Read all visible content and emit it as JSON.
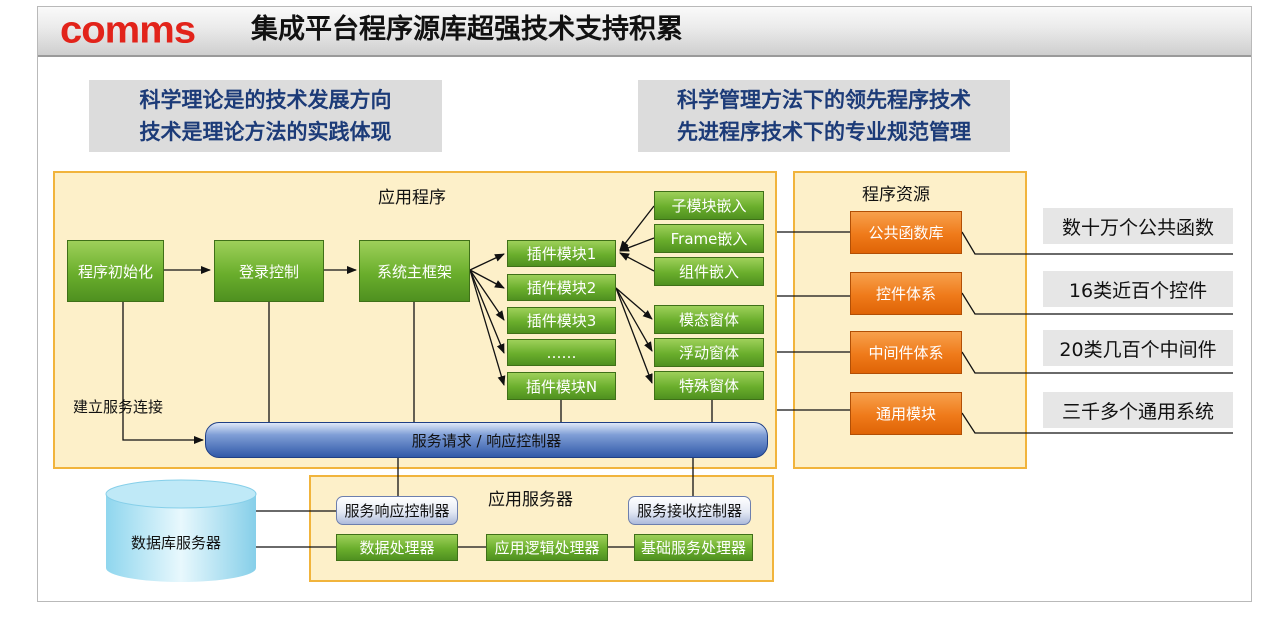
{
  "title": {
    "brand": "comms",
    "text": "集成平台程序源库超强技术支持积累"
  },
  "slogans": {
    "left": [
      "科学理论是的技术发展方向",
      "技术是理论方法的实践体现"
    ],
    "right": [
      "科学管理方法下的领先程序技术",
      "先进程序技术下的专业规范管理"
    ]
  },
  "app_panel": {
    "title": "应用程序",
    "init": "程序初始化",
    "login": "登录控制",
    "main_frame": "系统主框架",
    "plugins": [
      "插件模块1",
      "插件模块2",
      "插件模块3",
      "……",
      "插件模块N"
    ],
    "embeds": [
      "子模块嵌入",
      "Frame嵌入",
      "组件嵌入"
    ],
    "windows": [
      "模态窗体",
      "浮动窗体",
      "特殊窗体"
    ],
    "connect_label": "建立服务连接",
    "bus": "服务请求 / 响应控制器"
  },
  "resource_panel": {
    "title": "程序资源",
    "items": [
      "公共函数库",
      "控件体系",
      "中间件体系",
      "通用模块"
    ]
  },
  "resource_labels": [
    "数十万个公共函数",
    "16类近百个控件",
    "20类几百个中间件",
    "三千多个通用系统"
  ],
  "server_panel": {
    "title": "应用服务器",
    "response_ctrl": "服务响应控制器",
    "receive_ctrl": "服务接收控制器",
    "data_proc": "数据处理器",
    "logic_proc": "应用逻辑处理器",
    "base_proc": "基础服务处理器"
  },
  "database": "数据库服务器",
  "colors": {
    "brand": "#e2231a",
    "green": "#6aae2c",
    "orange": "#ef7a1a",
    "panel": "#fdf0c9",
    "slogan_text": "#1c3b78"
  }
}
